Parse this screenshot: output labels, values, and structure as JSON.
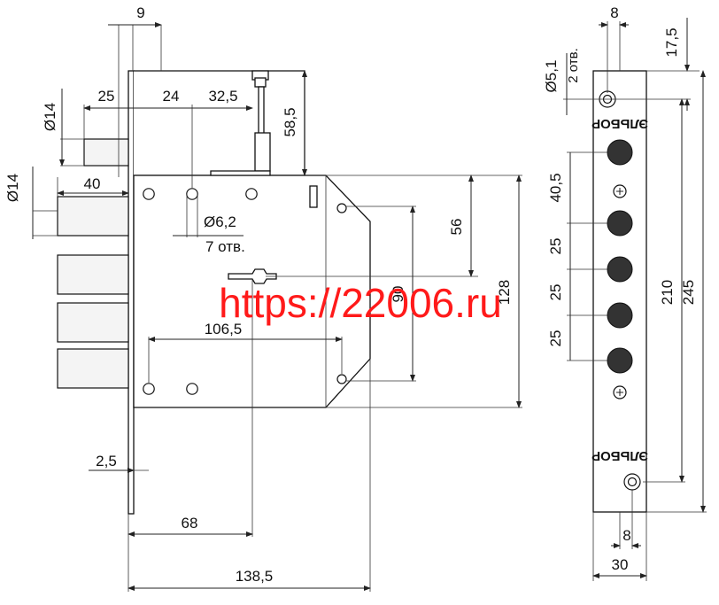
{
  "drawing": {
    "lock_dims": {
      "top_9": "9",
      "d14_upper": "Ø14",
      "d14_lower": "Ø14",
      "w25": "25",
      "w24": "24",
      "w32_5": "32,5",
      "h58_5": "58,5",
      "w40": "40",
      "hole_d": "Ø6,2",
      "hole_count": "7 отв.",
      "h56": "56",
      "h90": "90",
      "h128": "128",
      "w106_5": "106,5",
      "w2_5": "2,5",
      "w68": "68",
      "w138_5": "138,5"
    },
    "plate_dims": {
      "top_8": "8",
      "d5_1": "Ø5,1",
      "two_holes": "2 отв.",
      "h17_5": "17,5",
      "h40_5": "40,5",
      "h25_a": "25",
      "h25_b": "25",
      "h25_c": "25",
      "h210": "210",
      "h245": "245",
      "bottom_8": "8",
      "w30": "30"
    },
    "brand_top": "ЭЛЬБОР",
    "brand_bottom": "ЭЛЬБОР",
    "watermark": "https://22006.ru"
  }
}
